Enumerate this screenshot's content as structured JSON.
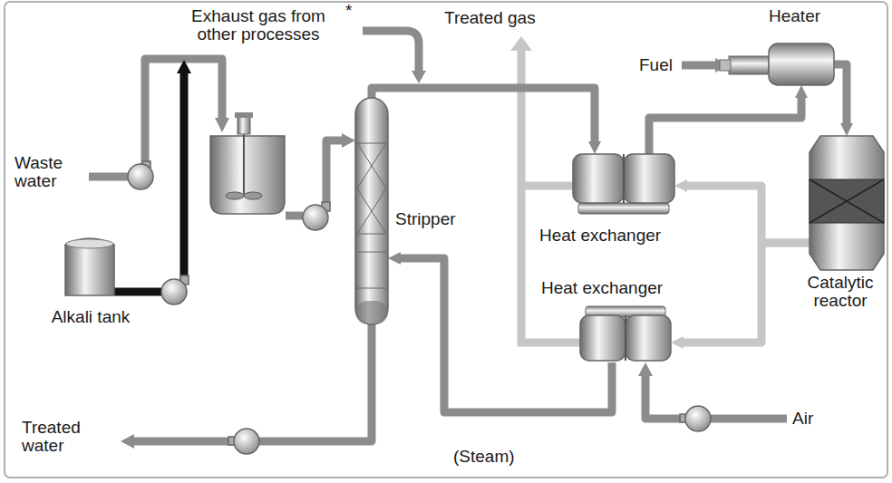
{
  "diagram": {
    "nodes": [
      {
        "text": [
          "Alkali tank"
        ]
      },
      {
        "text": [
          "Stripper"
        ]
      },
      {
        "text": [
          "Heat exchanger"
        ]
      },
      {
        "text": [
          "Heat exchanger"
        ]
      },
      {
        "text": [
          "Heater"
        ]
      },
      {
        "text": [
          "Catalytic reactor"
        ]
      }
    ],
    "edges": [
      {
        "from": 1,
        "to": 2,
        "arrow": "to"
      },
      {
        "from": 2,
        "to": 4,
        "arrow": "to"
      },
      {
        "from": 4,
        "to": 5,
        "arrow": "to"
      },
      {
        "from": 5,
        "to": 2,
        "arrow": "to"
      },
      {
        "from": 5,
        "to": 3,
        "arrow": "to"
      },
      {
        "from": 3,
        "to": 1,
        "label": "(Steam)",
        "arrow": "to"
      }
    ],
    "labels": [
      "Exhaust gas from other processes",
      "*",
      "Treated gas",
      "Fuel",
      "Waste water",
      "Air",
      "Treated water"
    ]
  }
}
